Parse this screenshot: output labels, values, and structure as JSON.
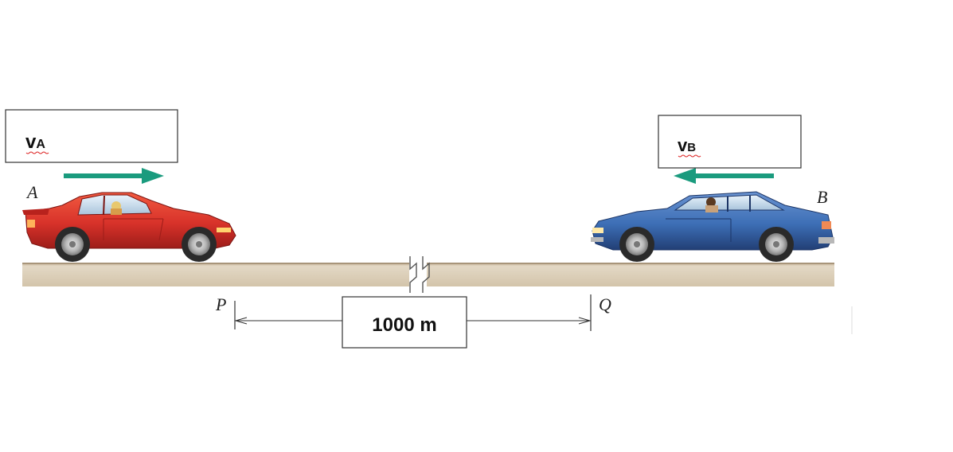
{
  "labels": {
    "car_a": "A",
    "car_b": "B",
    "point_p": "P",
    "point_q": "Q",
    "velocity_a_main": "v",
    "velocity_a_sub": "A",
    "velocity_b_main": "v",
    "velocity_b_sub": "B",
    "distance": "1000 m"
  },
  "colors": {
    "arrow": "#1a9b7e",
    "car_a_body": "#d8322a",
    "car_b_body": "#3d6fb6",
    "road_top": "#c9b697",
    "road_fill": "#d9ccb4"
  }
}
